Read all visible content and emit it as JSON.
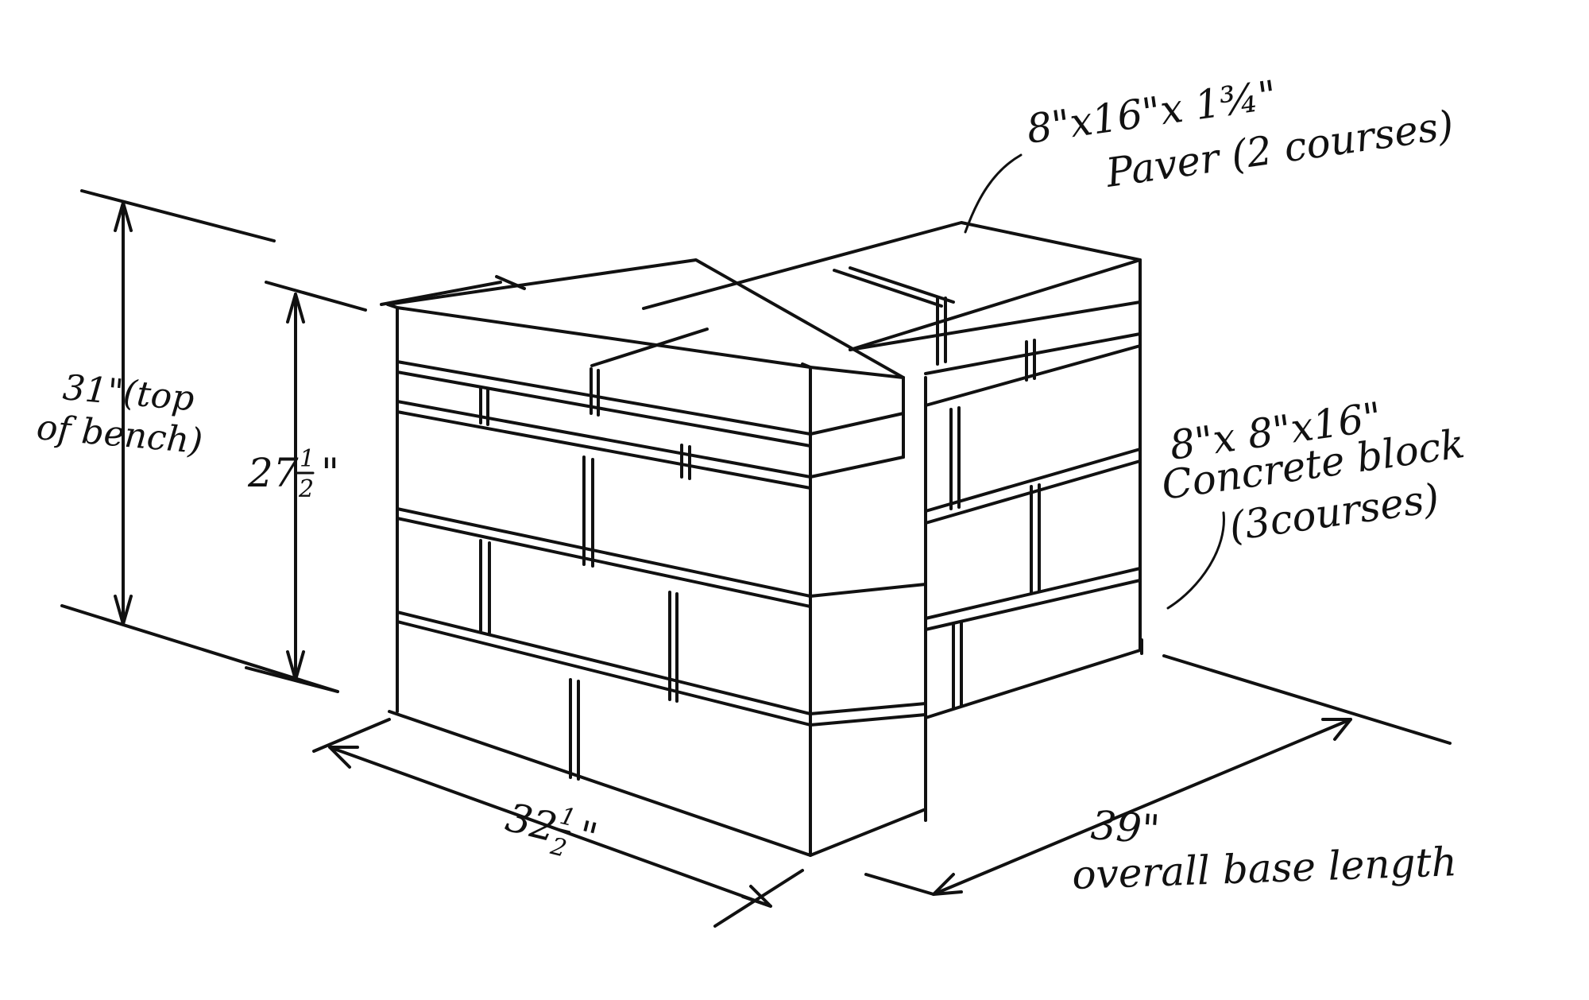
{
  "labels": {
    "paver_size": "8\"x16\"x 1¾\"",
    "paver_name": "Paver (2 courses)",
    "block_size": "8\"x 8\"x16\"",
    "block_name": "Concrete block",
    "block_courses": "(3courses)",
    "height_top_line1": "31\"(top",
    "height_top_line2": "of bench)",
    "height_block_whole": "27",
    "height_block_frac_num": "1",
    "height_block_frac_den": "2",
    "height_block_unit": "\"",
    "depth_whole": "32",
    "depth_frac_num": "1",
    "depth_frac_den": "2",
    "depth_unit": "\"",
    "base_length_value": "39\"",
    "base_length_text": "overall base length"
  },
  "colors": {
    "ink": "#111111",
    "paper": "#ffffff"
  }
}
